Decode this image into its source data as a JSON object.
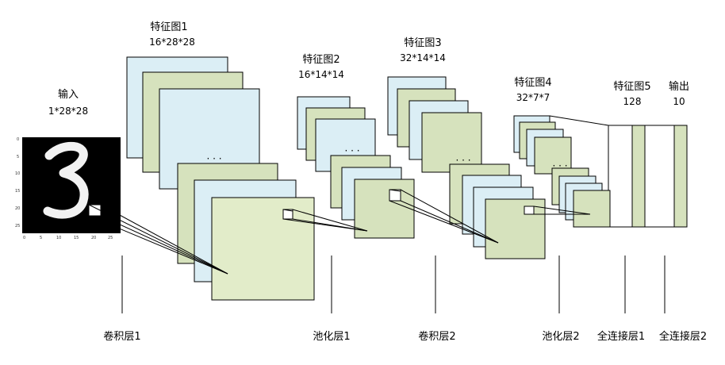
{
  "input": {
    "title": "输入",
    "size": "1*28*28"
  },
  "feature_maps": [
    {
      "title": "特征图1",
      "size": "16*28*28"
    },
    {
      "title": "特征图2",
      "size": "16*14*14"
    },
    {
      "title": "特征图3",
      "size": "32*14*14"
    },
    {
      "title": "特征图4",
      "size": "32*7*7"
    },
    {
      "title": "特征图5",
      "size": "128"
    }
  ],
  "output": {
    "title": "输出",
    "size": "10"
  },
  "layers": [
    "卷积层1",
    "池化层1",
    "卷积层2",
    "池化层2",
    "全连接层1",
    "全连接层2"
  ],
  "ellipsis": "· · ·",
  "input_axis": {
    "y_ticks": [
      "0",
      "5",
      "10",
      "15",
      "20",
      "25"
    ],
    "x_ticks": [
      "0",
      "5",
      "10",
      "15",
      "20",
      "25"
    ]
  },
  "colors": {
    "blue": "#dbeef5",
    "green": "#d6e2bd",
    "light_green": "#e2ecc9",
    "image_bg": "#000000"
  }
}
